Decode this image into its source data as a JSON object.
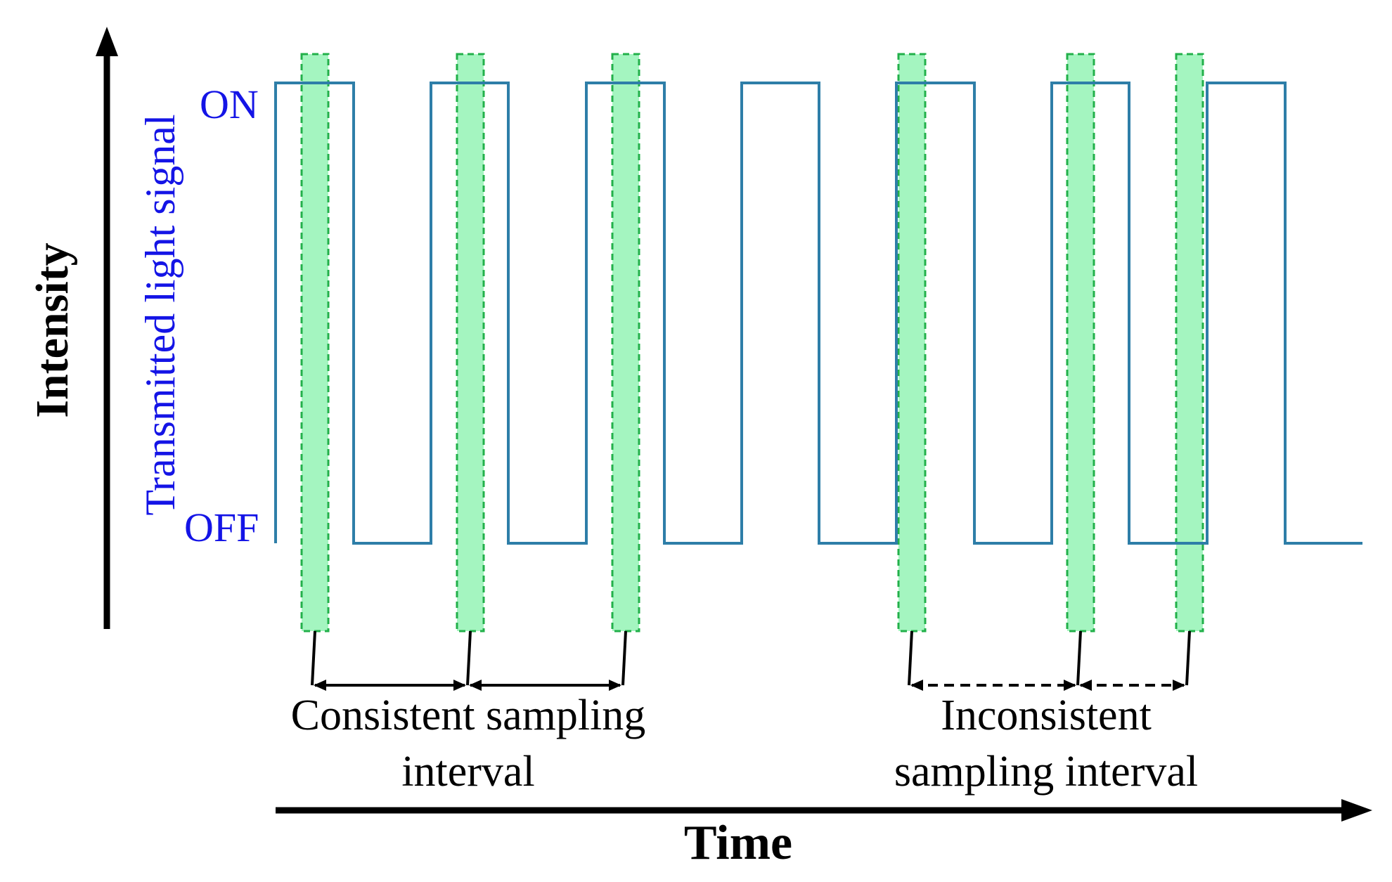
{
  "diagram": {
    "y_axis_label": "Intensity",
    "x_axis_label": "Time",
    "signal_axis_label": "Transmitted light signal",
    "level_on_label": "ON",
    "level_off_label": "OFF",
    "consistent_caption_line1": "Consistent sampling",
    "consistent_caption_line2": "interval",
    "inconsistent_caption_line1": "Inconsistent",
    "inconsistent_caption_line2": "sampling interval"
  },
  "colors": {
    "signal": "#2e7ea8",
    "signal_label": "#1414e6",
    "sample_fill": "#a4f5c0",
    "sample_border": "#22b04a",
    "axis": "#000000"
  }
}
